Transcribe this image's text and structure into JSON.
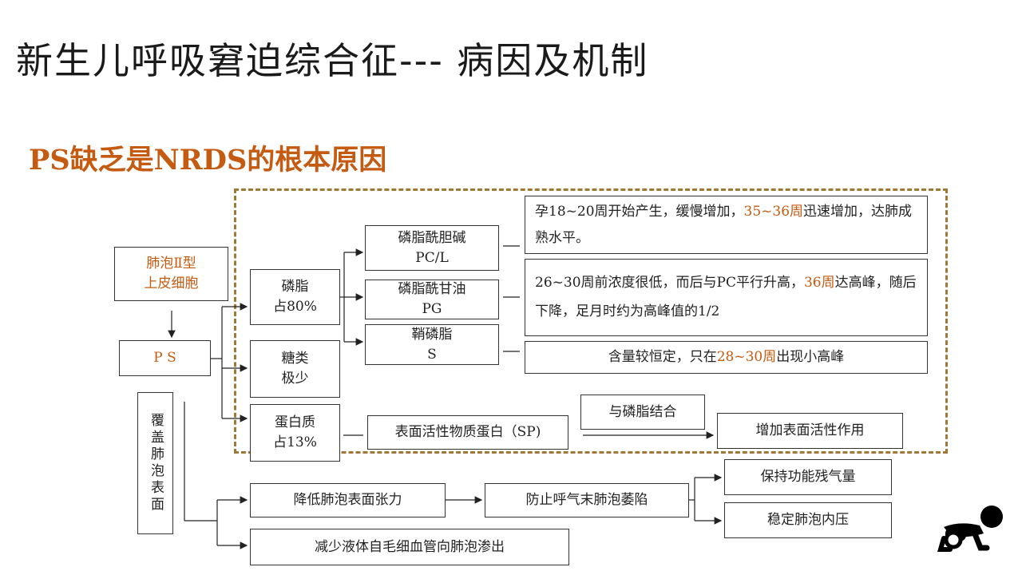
{
  "title": "新生儿呼吸窘迫综合征--- 病因及机制",
  "subtitle": "PS缺乏是NRDS的根本原因",
  "colors": {
    "accent": "#c55a11",
    "dashed_border": "#a0783a"
  },
  "nodes": {
    "type2_cell": [
      "肺泡Ⅱ型",
      "上皮细胞"
    ],
    "ps": "P S",
    "phospholipid": [
      "磷脂",
      "占80%"
    ],
    "sugar": [
      "糖类",
      "极少"
    ],
    "protein": [
      "蛋白质",
      "占13%"
    ],
    "pc": [
      "磷脂酰胆碱",
      "PC/L"
    ],
    "pg": [
      "磷脂酰甘油",
      "PG"
    ],
    "s": [
      "鞘磷脂",
      "S"
    ],
    "pc_desc": {
      "pre": "孕18~20周开始产生，缓慢增加，",
      "hl": "35~36周",
      "post": "迅速增加，达肺成熟水平。"
    },
    "pg_desc": {
      "pre": "26~30周前浓度很低，而后与PC平行升高，",
      "hl": "36周",
      "post": "达高峰，随后下降，足月时约为高峰值的1/2"
    },
    "s_desc": {
      "pre": "含量较恒定，只在",
      "hl": "28~30周",
      "post": "出现小高峰"
    },
    "sp": "表面活性物质蛋白（SP)",
    "bind": "与磷脂结合",
    "enhance": "增加表面活性作用",
    "cover": "覆盖肺泡表面",
    "reduce_tension": "降低肺泡表面张力",
    "prevent_collapse": "防止呼气末肺泡萎陷",
    "keep_volume": "保持功能残气量",
    "stable_pressure": "稳定肺泡内压",
    "reduce_fluid": "减少液体自毛细血管向肺泡渗出"
  },
  "icons": {
    "corner": "crawling-baby-icon"
  }
}
